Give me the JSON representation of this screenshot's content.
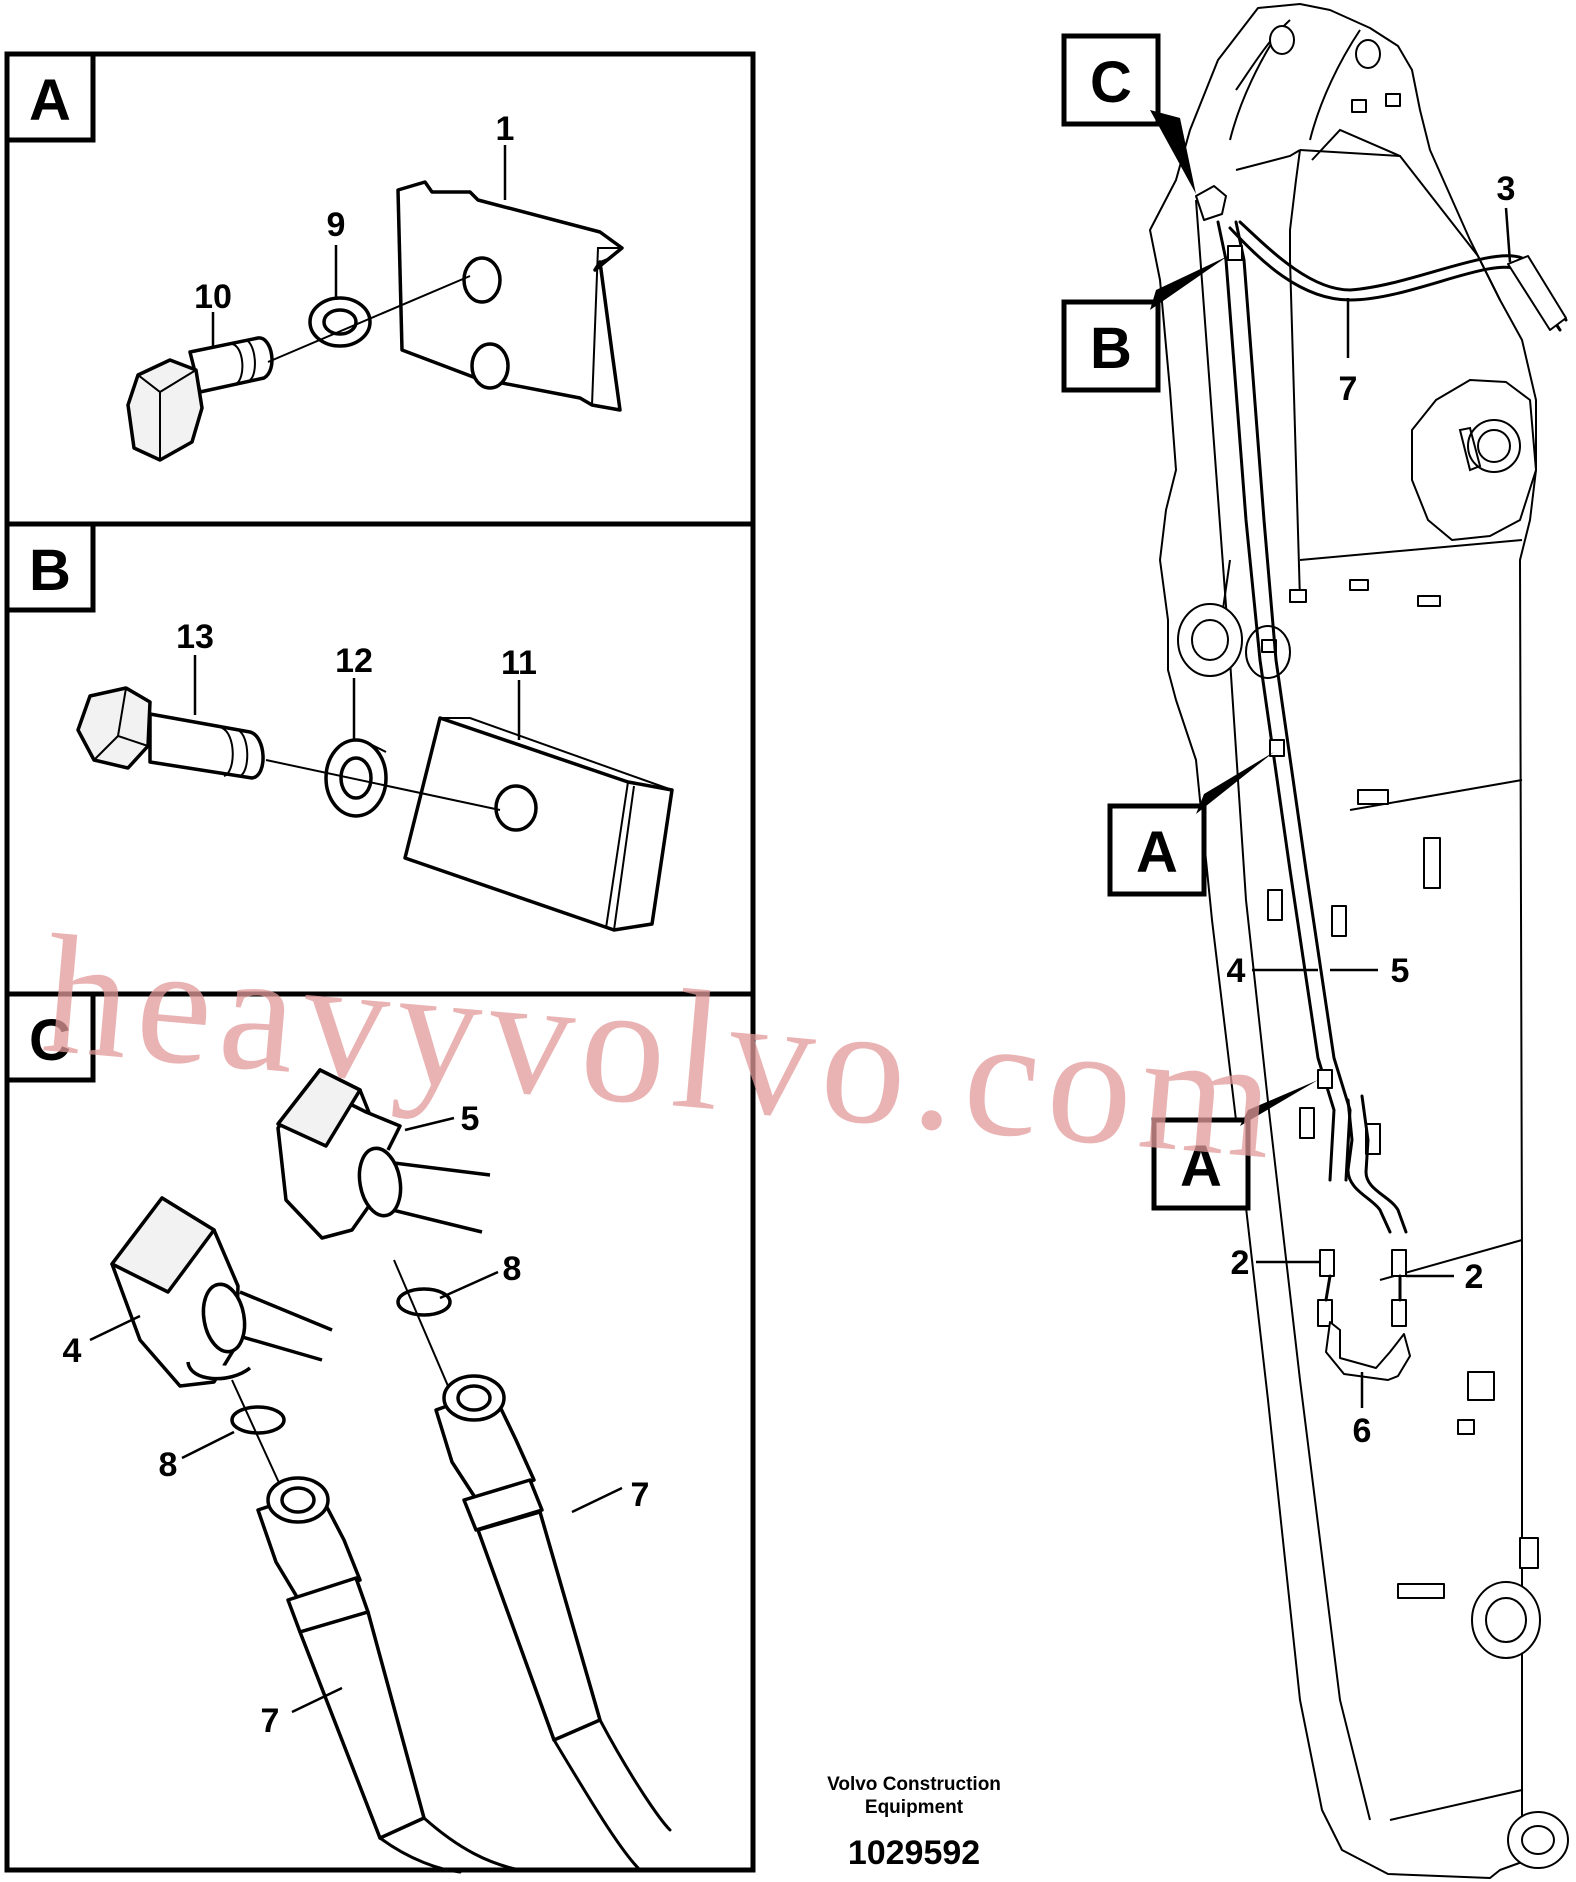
{
  "panels": [
    {
      "letter": "A"
    },
    {
      "letter": "B"
    },
    {
      "letter": "C"
    }
  ],
  "callouts": {
    "a1": "1",
    "a9": "9",
    "a10": "10",
    "b11": "11",
    "b12": "12",
    "b13": "13",
    "c5": "5",
    "c4": "4",
    "c8a": "8",
    "c8b": "8",
    "c7a": "7",
    "c7b": "7",
    "r3": "3",
    "r7": "7",
    "r4": "4",
    "r5": "5",
    "r2a": "2",
    "r2b": "2",
    "r6": "6"
  },
  "detail_refs": {
    "c": "C",
    "b": "B",
    "a1": "A",
    "a2": "A"
  },
  "footer": {
    "line1": "Volvo Construction",
    "line2": "Equipment",
    "number": "1029592"
  },
  "watermark": "heavyvolvo.com"
}
